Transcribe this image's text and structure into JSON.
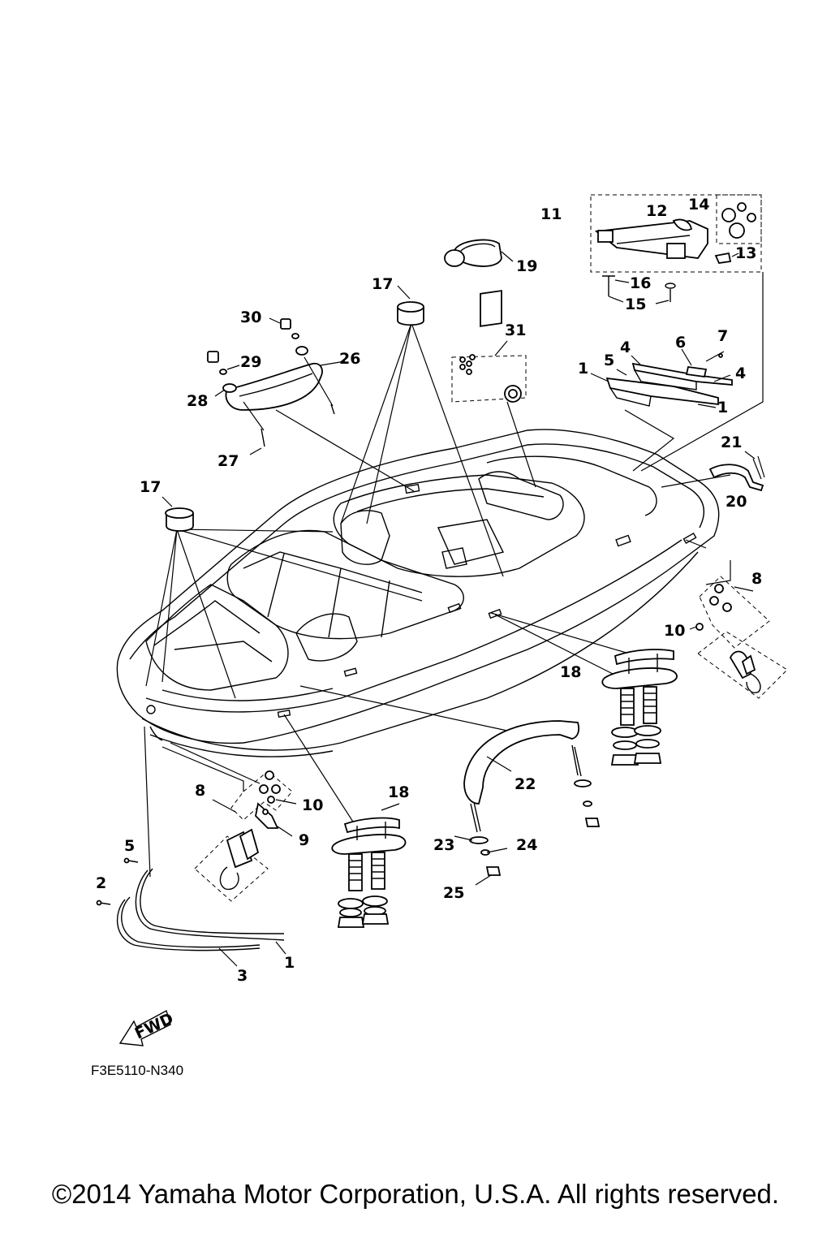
{
  "diagram": {
    "code": "F3E5110-N340",
    "fwd_label": "FWD",
    "copyright": "©2014 Yamaha Motor Corporation, U.S.A. All rights reserved.",
    "callouts": {
      "c1a": "1",
      "c1b": "1",
      "c1c": "1",
      "c2": "2",
      "c3": "3",
      "c4a": "4",
      "c4b": "4",
      "c5a": "5",
      "c5b": "5",
      "c6": "6",
      "c7": "7",
      "c8a": "8",
      "c8b": "8",
      "c9": "9",
      "c10a": "10",
      "c10b": "10",
      "c11": "11",
      "c12": "12",
      "c13": "13",
      "c14": "14",
      "c15": "15",
      "c16": "16",
      "c17a": "17",
      "c17b": "17",
      "c18a": "18",
      "c18b": "18",
      "c19": "19",
      "c20": "20",
      "c21": "21",
      "c22": "22",
      "c23": "23",
      "c24": "24",
      "c25": "25",
      "c26": "26",
      "c27": "27",
      "c28": "28",
      "c29": "29",
      "c30": "30",
      "c31": "31"
    }
  }
}
